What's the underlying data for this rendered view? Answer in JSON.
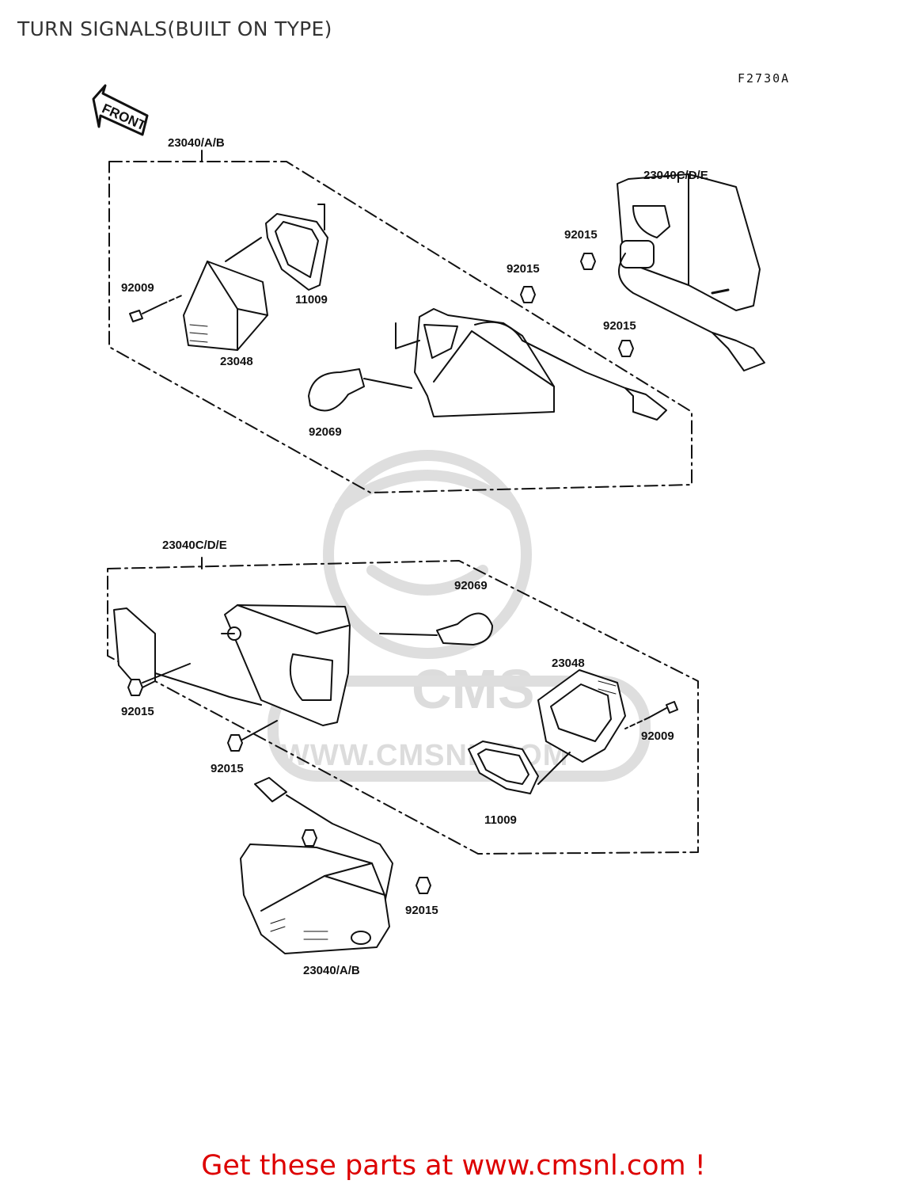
{
  "title": "TURN SIGNALS(BUILT ON TYPE)",
  "diagram_code": "F2730A",
  "front_arrow_label": "FRONT",
  "watermark": {
    "badge": "CMS",
    "url": "WWW.CMSNL.COM"
  },
  "labels": {
    "top_assembly_left": "23040/A/B",
    "top_assembly_right": "23040C/D/E",
    "top_screw": "92009",
    "top_gasket": "11009",
    "top_lens": "23048",
    "top_bulb": "92069",
    "top_nut_a": "92015",
    "top_nut_b": "92015",
    "top_nut_c": "92015",
    "bottom_assembly_top": "23040C/D/E",
    "bottom_bulb": "92069",
    "bottom_lens": "23048",
    "bottom_screw": "92009",
    "bottom_gasket": "11009",
    "bottom_nut_a": "92015",
    "bottom_nut_b": "92015",
    "bottom_nut_c": "92015",
    "bottom_assembly_bottom": "23040/A/B"
  },
  "cta": "Get these parts at www.cmsnl.com !"
}
